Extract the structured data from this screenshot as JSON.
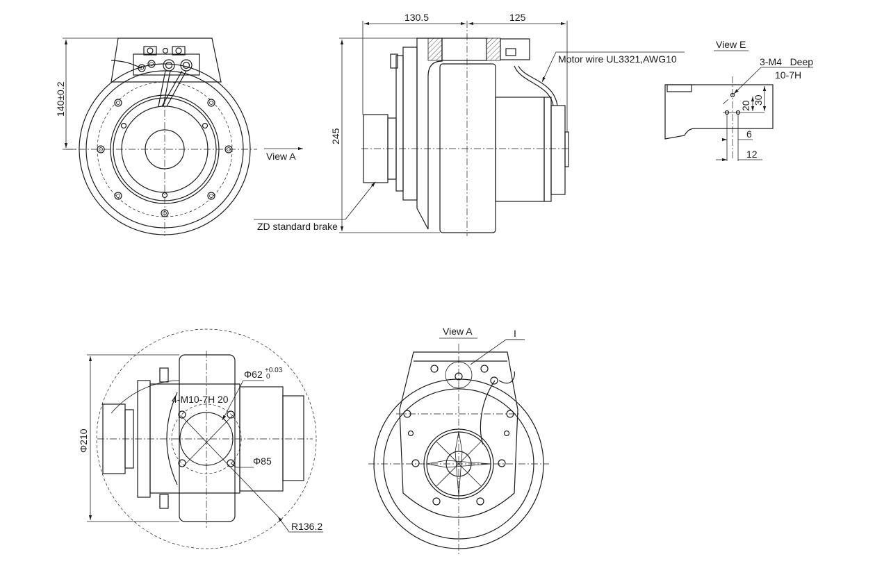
{
  "drawing": {
    "title": "Drive wheel unit dimension drawing",
    "line_color": "#1a1a1a",
    "background": "#ffffff"
  },
  "front_view": {
    "dim_height": "140±0.2",
    "view_arrow_label": "View A"
  },
  "side_view": {
    "dim_left_width": "130.5",
    "dim_right_width": "125",
    "dim_height": "245",
    "callout_motor_wire": "Motor wire UL3321,AWG10",
    "callout_brake": "ZD standard brake"
  },
  "view_e": {
    "title": "View E",
    "thread_spec_line1": "3-M4   Deep",
    "thread_spec_line2": "10-7H",
    "dim_20": "20",
    "dim_30": "30",
    "dim_6": "6",
    "dim_12": "12"
  },
  "bottom_view": {
    "dim_diameter_210": "Φ210",
    "dim_diameter_62": "Φ62",
    "tol_upper": "+0.03",
    "tol_lower": "0",
    "thread_spec": "4-M10-7H",
    "thread_depth": "20",
    "dim_diameter_85": "Φ85",
    "dim_radius": "R136.2"
  },
  "view_a": {
    "title": "View A",
    "detail_marker": "I"
  }
}
